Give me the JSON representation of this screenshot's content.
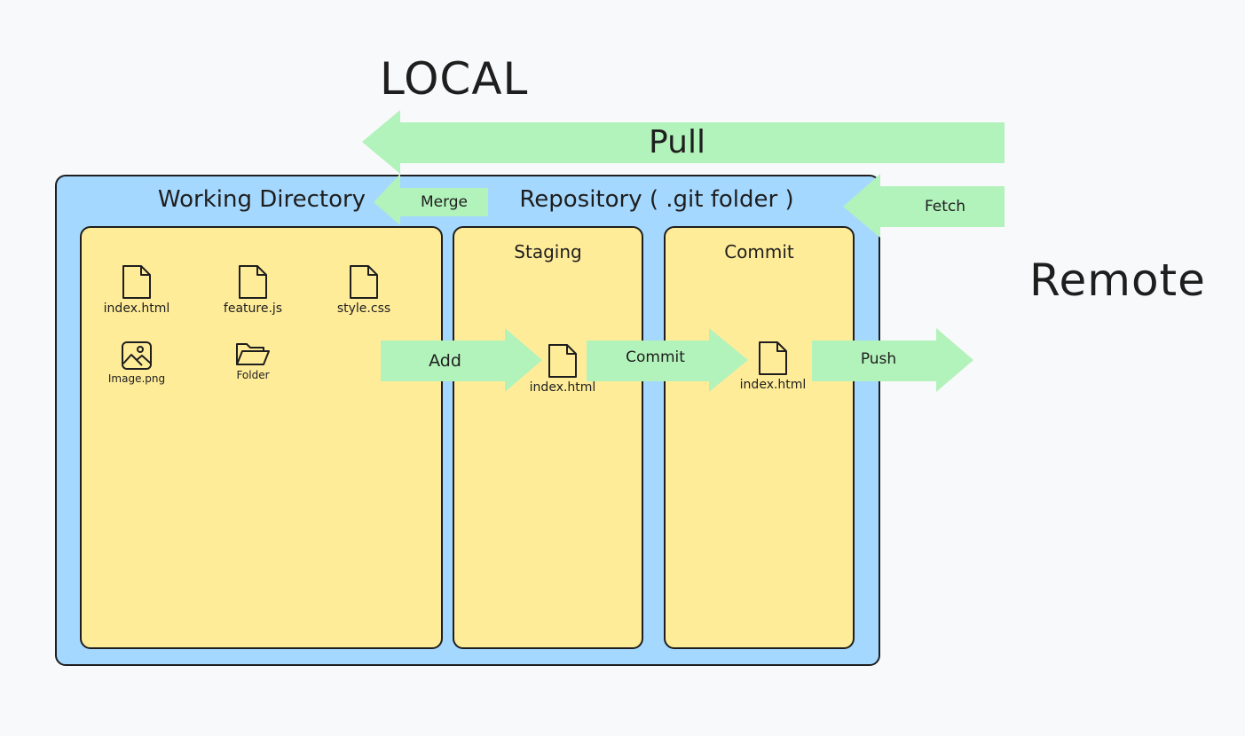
{
  "labels": {
    "local": "LOCAL",
    "remote": "Remote",
    "working_directory": "Working Directory",
    "repository": "Repository ( .git folder )",
    "staging": "Staging",
    "commit_area": "Commit"
  },
  "arrows": {
    "pull": "Pull",
    "fetch": "Fetch",
    "merge": "Merge",
    "add": "Add",
    "commit": "Commit",
    "push": "Push"
  },
  "working_files": [
    {
      "name": "index.html",
      "icon": "file-icon"
    },
    {
      "name": "feature.js",
      "icon": "file-icon"
    },
    {
      "name": "style.css",
      "icon": "file-icon"
    },
    {
      "name": "Image.png",
      "icon": "image-icon"
    },
    {
      "name": "Folder",
      "icon": "folder-icon"
    }
  ],
  "staging_files": [
    {
      "name": "index.html",
      "icon": "file-icon"
    }
  ],
  "commit_files": [
    {
      "name": "index.html",
      "icon": "file-icon"
    }
  ],
  "colors": {
    "outer_panel": "#a5d8ff",
    "inner_panel": "#ffec99",
    "arrow": "#b2f2bb",
    "background": "#f8f9fa",
    "stroke": "#1e1e1e"
  }
}
